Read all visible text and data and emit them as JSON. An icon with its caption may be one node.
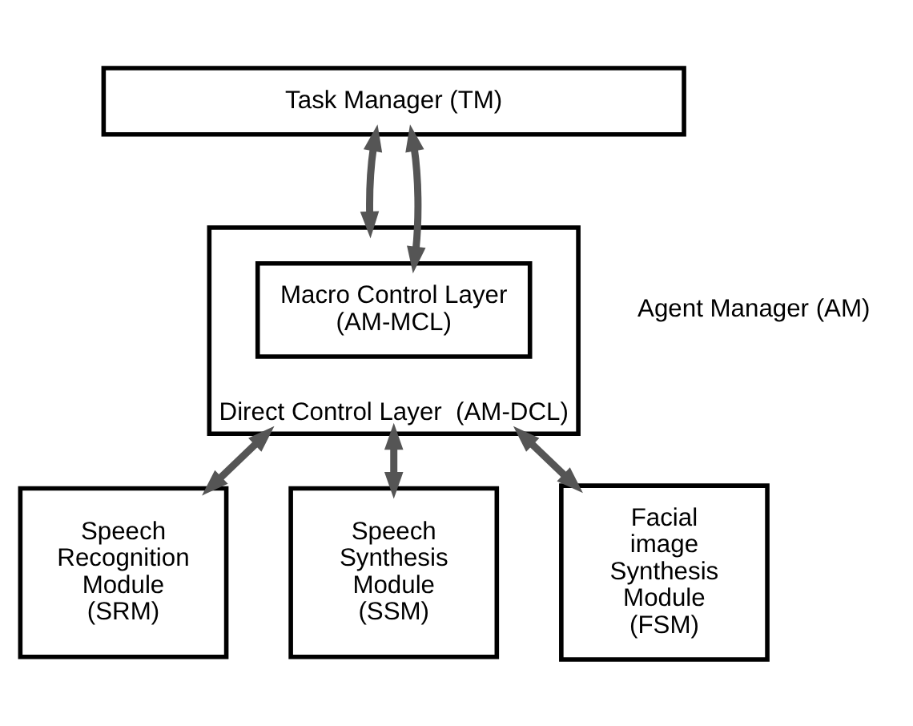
{
  "diagram": {
    "nodes": [
      {
        "text": [
          "Task Manager (TM)"
        ]
      },
      {
        "text": [
          "Direct Control Layer  (AM-DCL)"
        ]
      },
      {
        "text": [
          "Macro Control Layer (AM-MCL)"
        ],
        "in": 1
      },
      {
        "text": [
          "Speech Recognition Module (SRM)"
        ]
      },
      {
        "text": [
          "Speech Synthesis Module (SSM)"
        ]
      },
      {
        "text": [
          "Facial image Synthesis Module (FSM)"
        ]
      }
    ],
    "edges": [
      {
        "from": 0,
        "to": 1,
        "arrow": "both"
      },
      {
        "from": 0,
        "to": 2,
        "arrow": "both"
      },
      {
        "from": 1,
        "to": 3,
        "arrow": "both"
      },
      {
        "from": 1,
        "to": 4,
        "arrow": "both"
      },
      {
        "from": 1,
        "to": 5,
        "arrow": "both"
      }
    ],
    "labels": [
      "Agent Manager (AM)"
    ]
  }
}
